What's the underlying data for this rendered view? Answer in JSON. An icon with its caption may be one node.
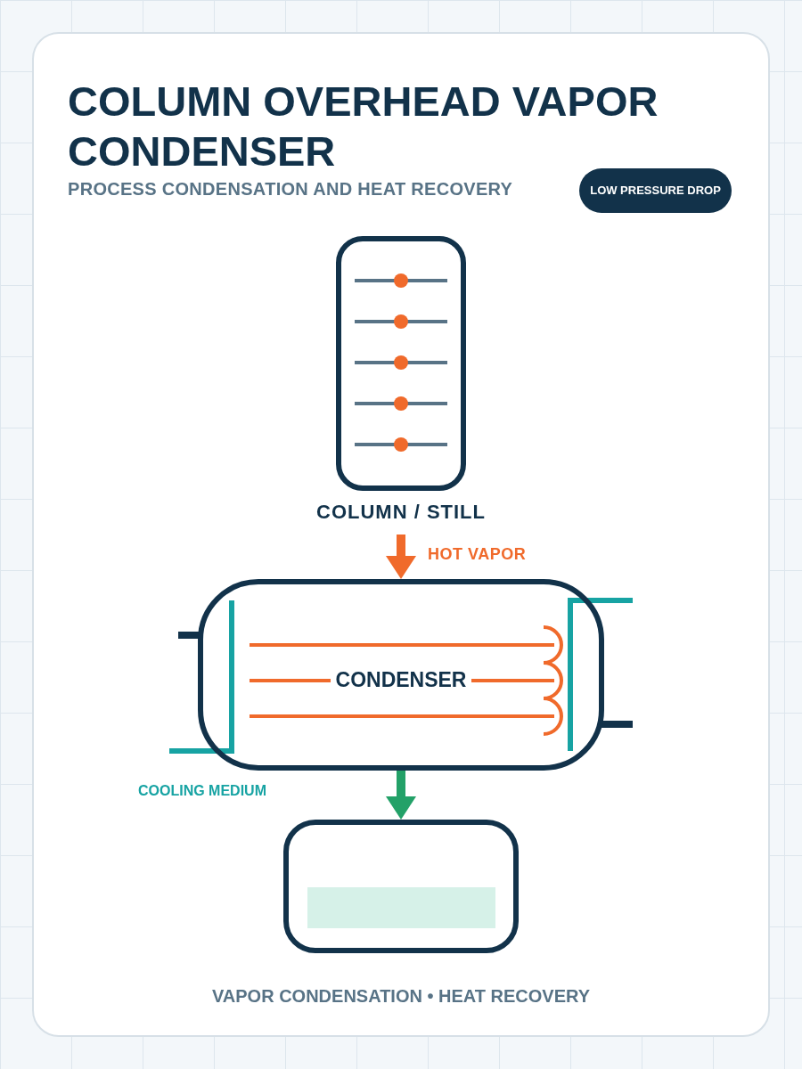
{
  "diagram": {
    "title": "COLUMN OVERHEAD VAPOR CONDENSER",
    "caption": "VAPOR CONDENSATION • HEAT RECOVERY",
    "nodes": [
      {
        "text": [
          "LOW PRESSURE DROP"
        ]
      },
      {
        "text": [
          "COLUMN / STILL"
        ]
      },
      {
        "text": [
          "CONDENSER"
        ]
      },
      {
        "text": [],
        "shape": "box"
      }
    ],
    "edges": [
      {
        "from": 1,
        "to": 2,
        "arrow": "to",
        "label": "HOT VAPOR",
        "color": "#f06a2b"
      },
      {
        "from": 2,
        "to": 3,
        "arrow": "to",
        "color": "#23a168"
      }
    ],
    "labels": [
      "PROCESS CONDENSATION AND HEAT RECOVERY",
      "COOLING MEDIUM"
    ]
  }
}
